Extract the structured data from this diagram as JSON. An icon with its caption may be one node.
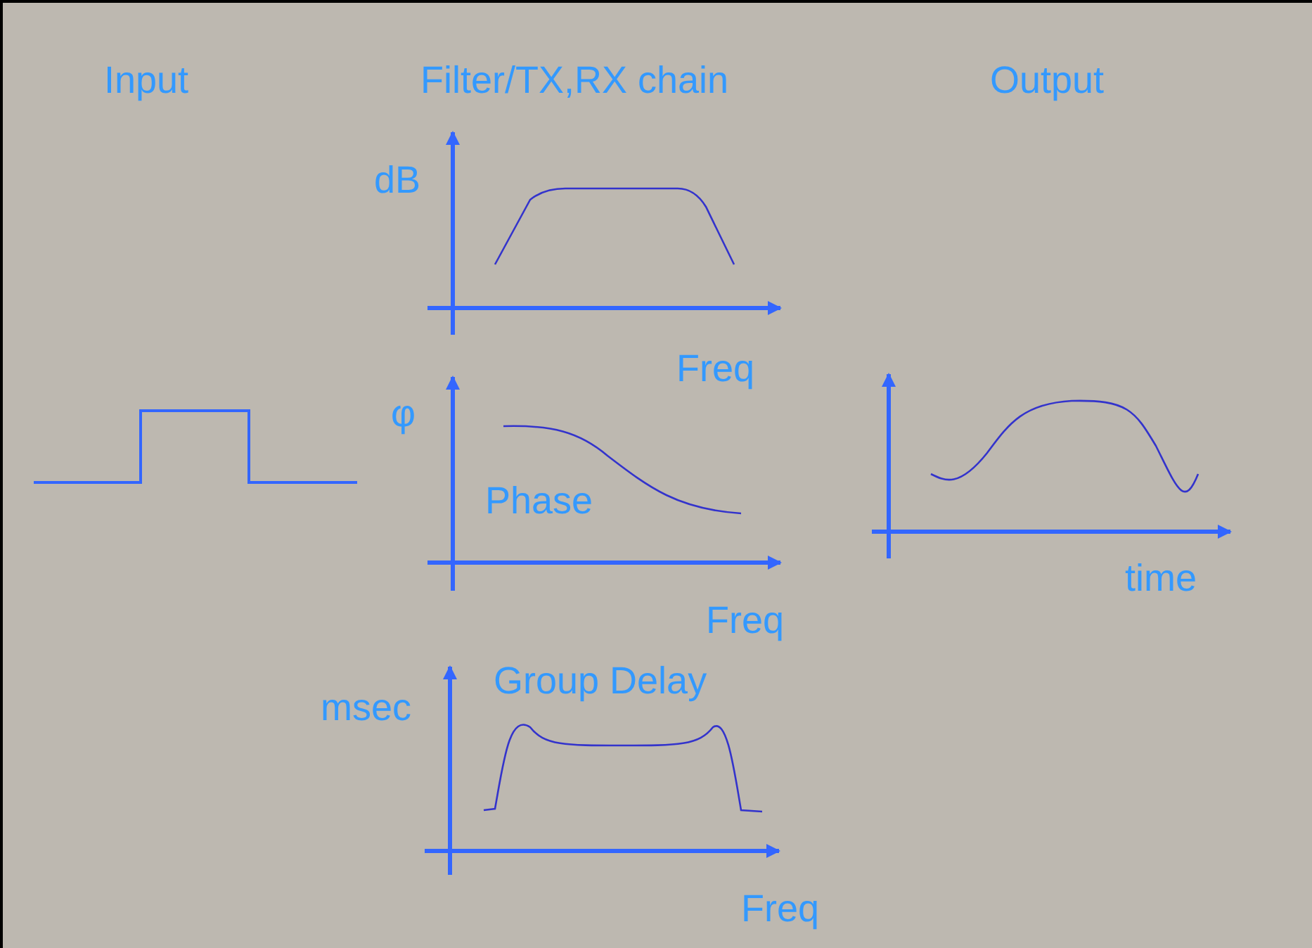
{
  "diagram": {
    "labels": [
      "Input",
      "Filter/TX,RX chain",
      "Output",
      "dB",
      "Freq",
      "φ",
      "Phase",
      "time",
      "Freq",
      "Group Delay",
      "msec",
      "Freq"
    ]
  }
}
